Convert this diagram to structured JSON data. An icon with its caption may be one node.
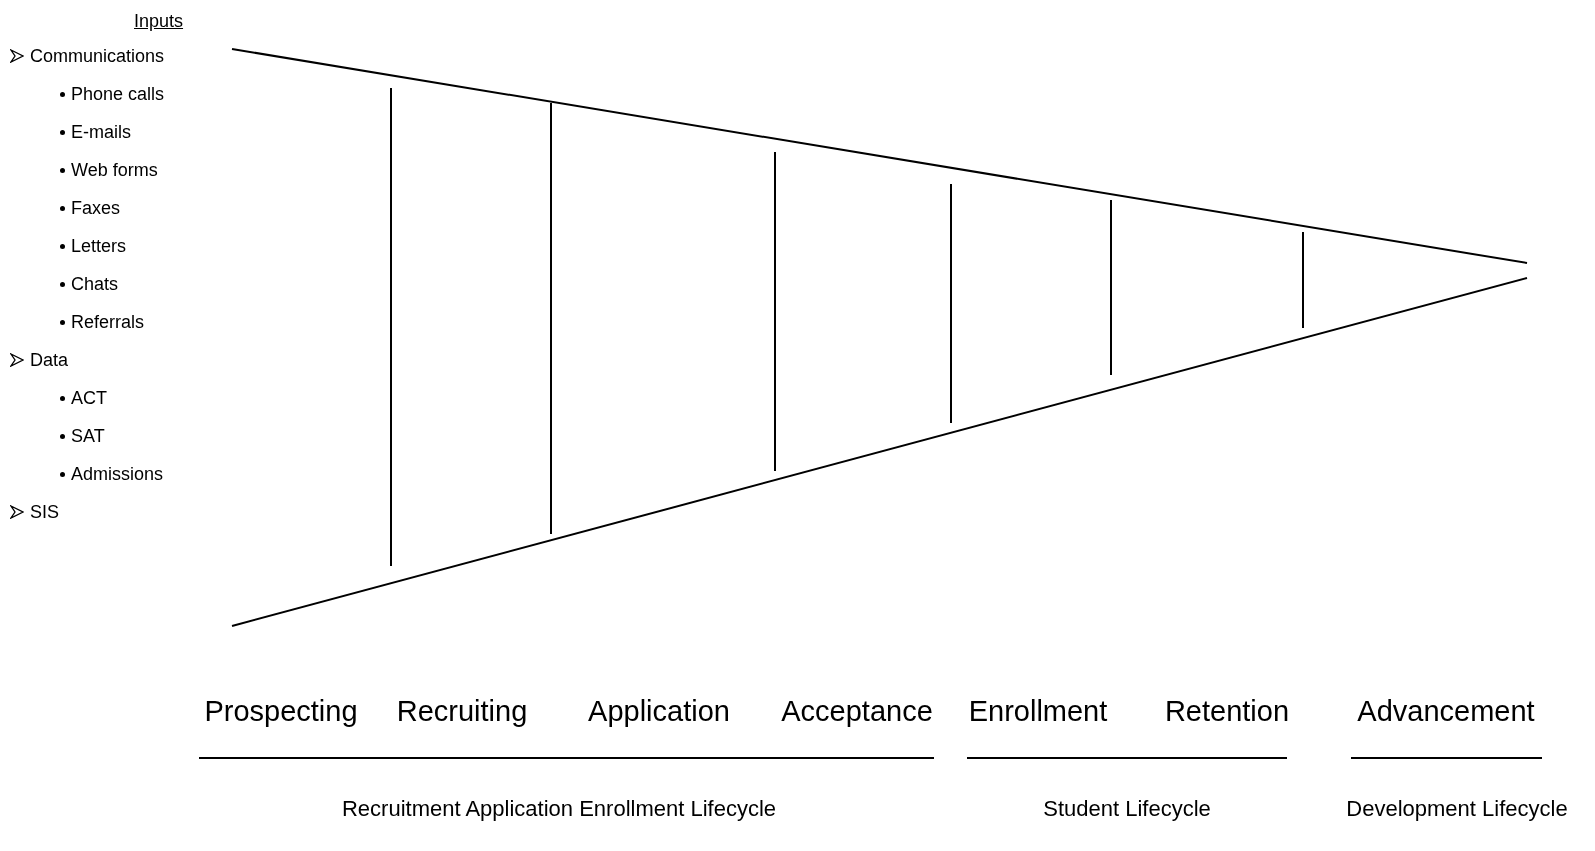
{
  "diagram": {
    "title": "Inputs",
    "labels": [
      "Communications",
      "Phone calls",
      "E-mails",
      "Web forms",
      "Faxes",
      "Letters",
      "Chats",
      "Referrals",
      "Data",
      "ACT",
      "SAT",
      "Admissions",
      "SIS",
      "Prospecting",
      "Recruiting",
      "Application",
      "Acceptance",
      "Enrollment",
      "Retention",
      "Advancement",
      "Recruitment Application Enrollment Lifecycle",
      "Student Lifecycle",
      "Development Lifecycle"
    ]
  }
}
